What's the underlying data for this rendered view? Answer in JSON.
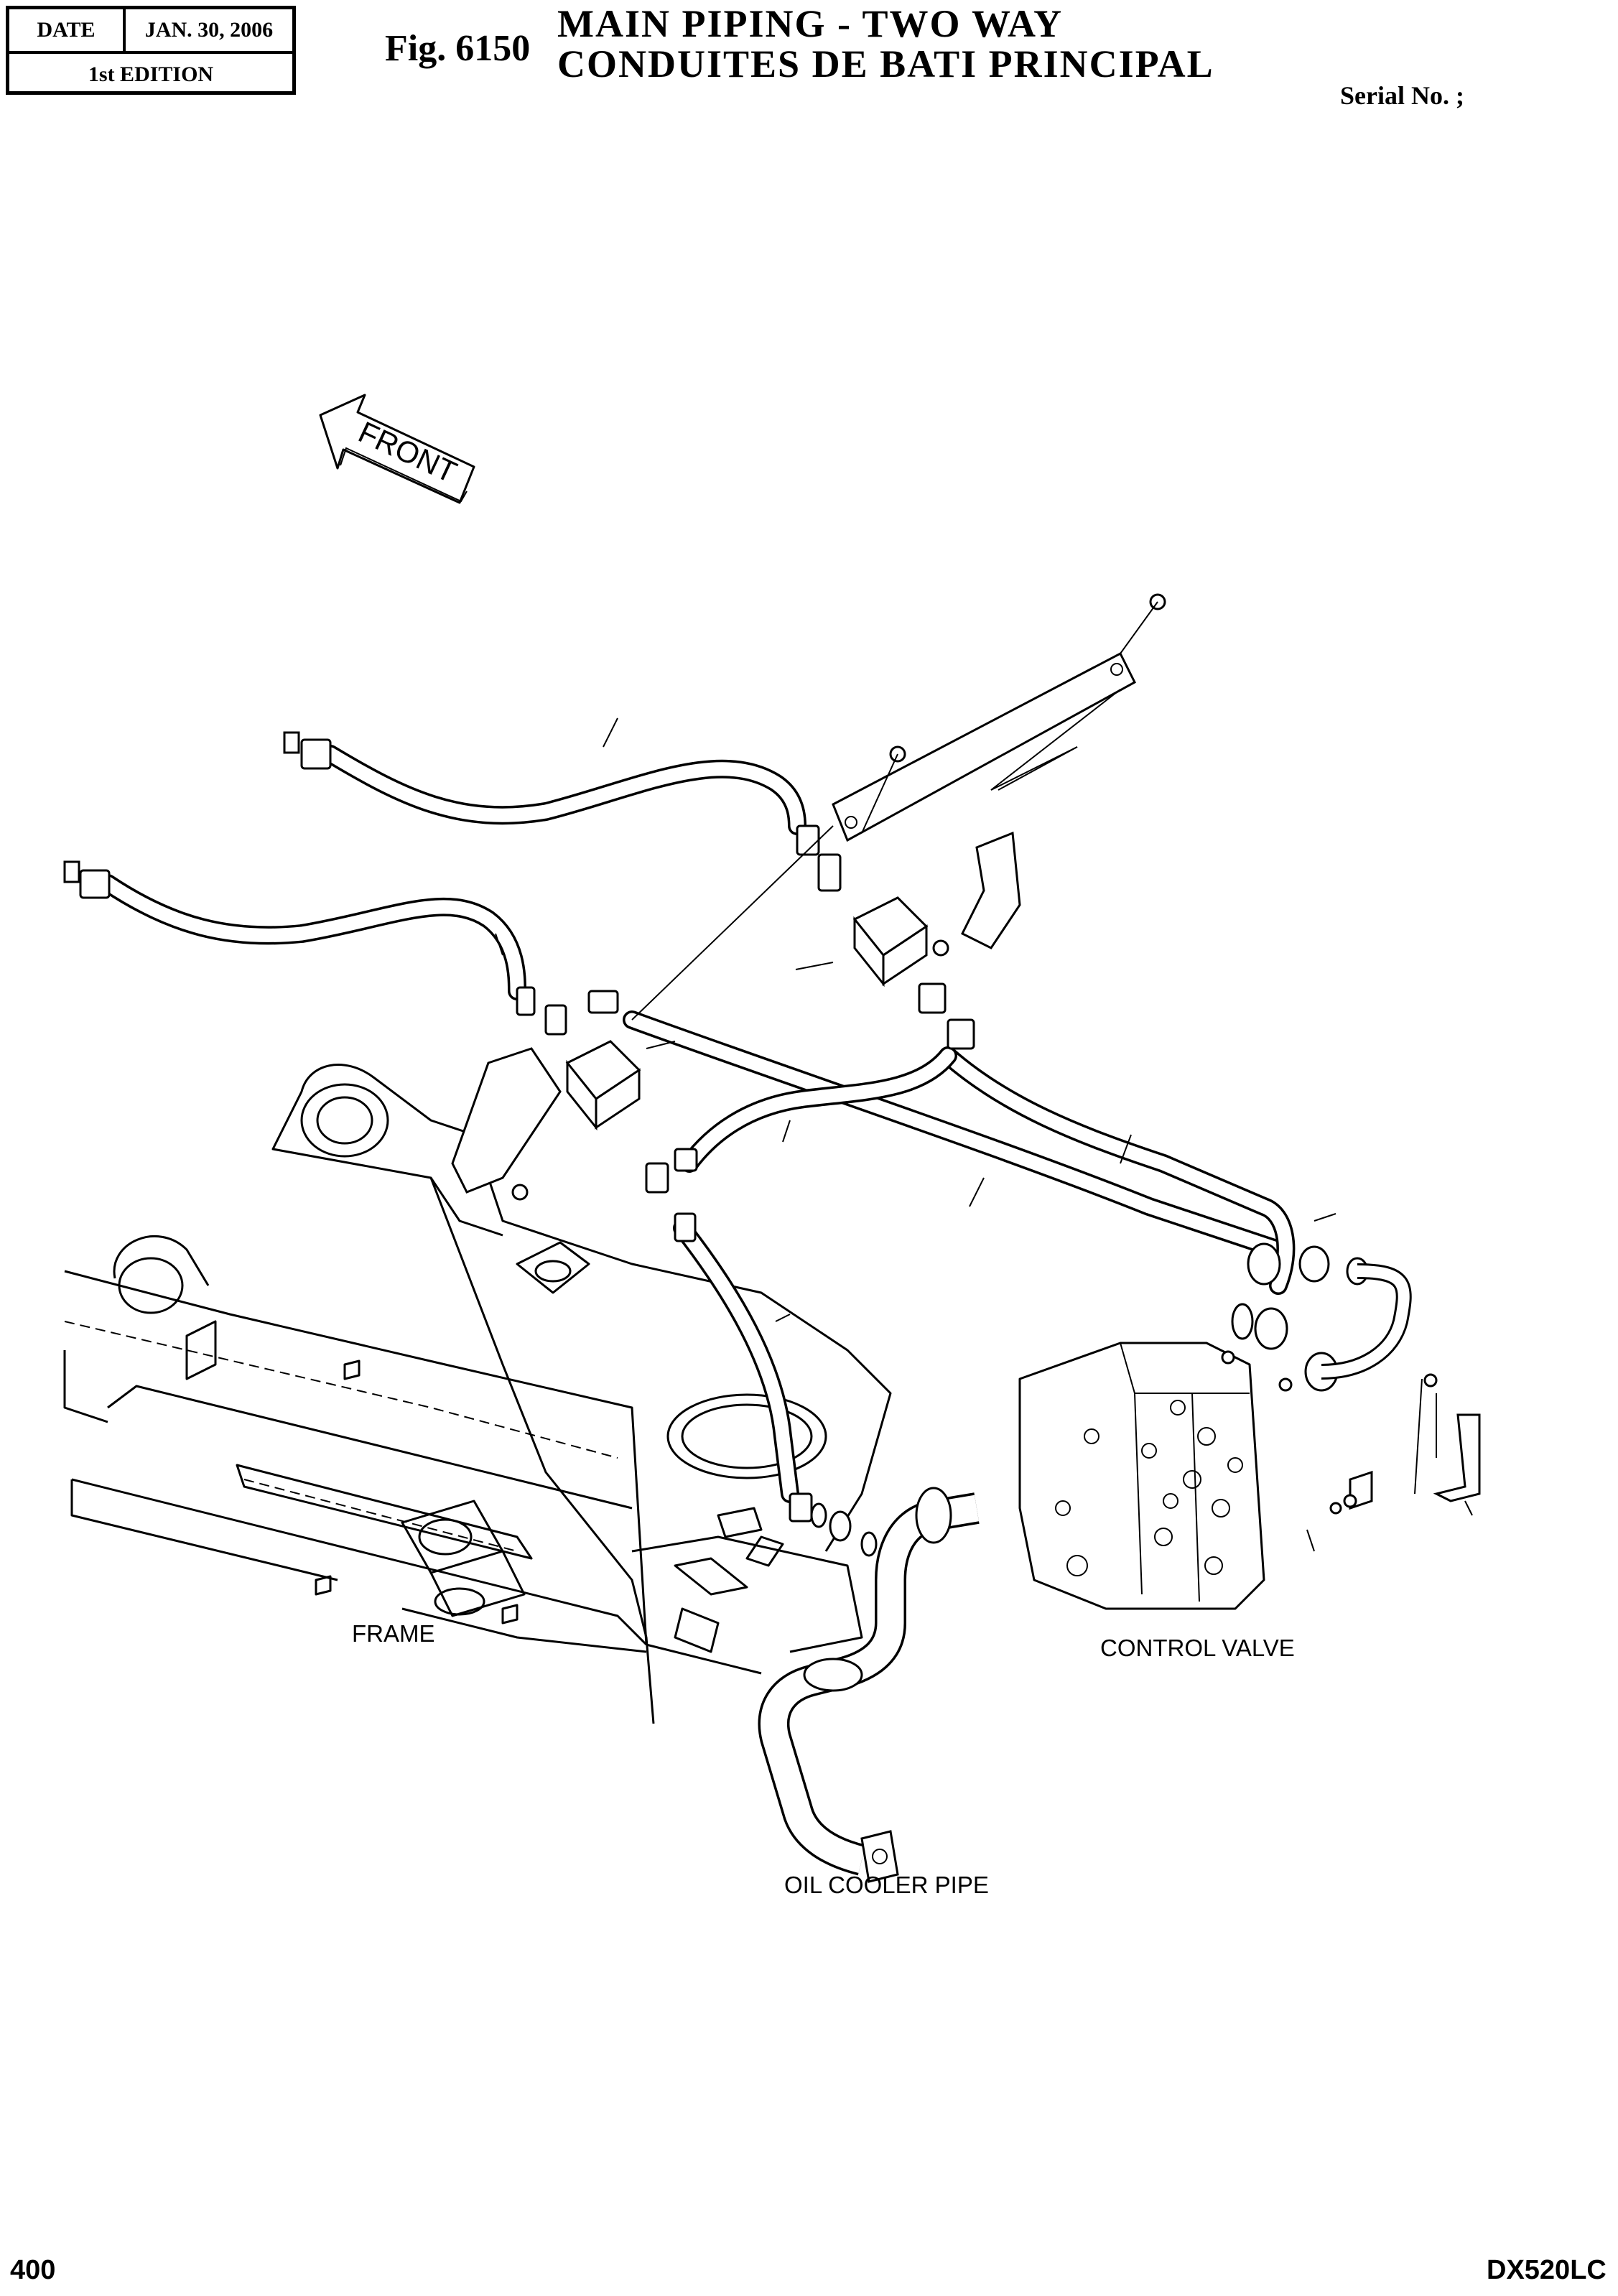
{
  "header": {
    "date_label": "DATE",
    "date_value": "JAN. 30, 2006",
    "edition": "1st EDITION",
    "figure_number": "Fig. 6150",
    "title_en": "MAIN PIPING - TWO WAY",
    "title_fr": "CONDUITES DE BATI PRINCIPAL",
    "serial": "Serial No. ;"
  },
  "diagram": {
    "front_arrow": "FRONT",
    "labels": {
      "frame": "FRAME",
      "control_valve": "CONTROL VALVE",
      "oil_cooler_pipe": "OIL COOLER PIPE"
    }
  },
  "footer": {
    "page": "400",
    "model": "DX520LC"
  }
}
